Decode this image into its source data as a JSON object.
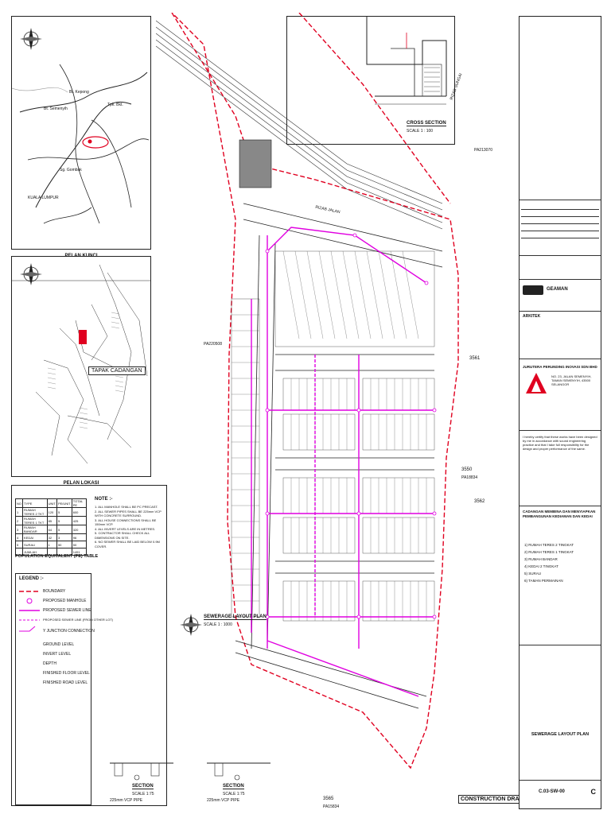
{
  "key_map": {
    "title": "PELAN KUNCI",
    "places": [
      "KUALA LUMPUR",
      "Bt. Semenyih",
      "Bt. Kepong",
      "Tpk. Bkt.",
      "Sg. Gombak"
    ]
  },
  "location_map": {
    "title": "PELAN LOKASI",
    "site_label": "TAPAK CADANGAN"
  },
  "cross_section": {
    "title": "CROSS SECTION",
    "scale": "SCALE 1 : 100"
  },
  "main_plan": {
    "title": "SEWERAGE LAYOUT PLAN",
    "scale": "SCALE 1 : 1000",
    "reserve_labels": [
      "RIZAB JALAN",
      "RIZAB SUNGAI"
    ],
    "grid_refs": [
      "3550",
      "3561",
      "3562",
      "3565"
    ],
    "coords": [
      "PA220508",
      "PA213070",
      "PA18834",
      "PA15834"
    ],
    "stamp": "CONSTRUCTION DRAWING"
  },
  "notes": {
    "title": "NOTE :-",
    "lines": [
      "1. ALL MANHOLE SHALL BE PC PRECAST.",
      "2. ALL SEWER PIPES SHALL BE 225mm VCP WITH CONCRETE SURROUND.",
      "3. ALL HOUSE CONNECTIONS SHALL BE 150mm VCP.",
      "4. ALL INVERT LEVELS ARE IN METRES.",
      "5. CONTRACTOR SHALL CHECK ALL DIMENSIONS ON SITE.",
      "6. NO SEWER SHALL BE LAID BELOW 0.9M COVER."
    ]
  },
  "pe_table": {
    "title": "POPULATION EQUIVALENT (PE) TABLE",
    "headers": [
      "NO",
      "TYPE",
      "UNIT",
      "PE/UNIT",
      "TOTAL PE"
    ],
    "rows": [
      [
        "1",
        "RUMAH TERES 2 TKT",
        "120",
        "5",
        "600"
      ],
      [
        "2",
        "RUMAH TERES 1 TKT",
        "85",
        "5",
        "425"
      ],
      [
        "3",
        "RUMAH BANDAR",
        "64",
        "5",
        "320"
      ],
      [
        "4",
        "KEDAI",
        "32",
        "3",
        "96"
      ],
      [
        "5",
        "SURAU",
        "1",
        "50",
        "50"
      ],
      [
        "",
        "JUMLAH",
        "",
        "",
        "1491"
      ]
    ]
  },
  "legend": {
    "title": "LEGEND :-",
    "items": [
      "BOUNDARY",
      "PROPOSED MANHOLE",
      "PROPOSED SEWER LINE",
      "PROPOSED SEWER LINE (FROM OTHER LOT)",
      "Y JUNCTION CONNECTION",
      "GROUND LEVEL",
      "INVERT LEVEL",
      "DEPTH",
      "FINISHED FLOOR LEVEL",
      "FINISHED ROAD LEVEL"
    ]
  },
  "sections": [
    {
      "title": "SECTION",
      "scale": "SCALE 1:75",
      "pipe": "225mm VCP PIPE"
    },
    {
      "title": "SECTION",
      "scale": "SCALE 1:75",
      "pipe": "225mm VCP PIPE"
    }
  ],
  "title_block": {
    "consultant_name": "JURUTERA PERUNDING INOVASI SDN BHD",
    "consultant_addr": "NO. 23, JALAN SEMENYIH, TAMAN SEMENYIH, 43500 SELANGOR",
    "client": "GEAMAN",
    "architect": "ARKITEK",
    "certification": "I hereby certify that these works have been designed by me in accordance with sound engineering practice and that I take full responsibility for the design and proper performance of the same.",
    "project_title": "CADANGAN MEMBINA DAN MENYIAPKAN PEMBANGUNAN KEDIAMAN DAN KEDAI",
    "phase_items": [
      "1) RUMAH TERES 2 TINGKAT",
      "2) RUMAH TERES 1 TINGKAT",
      "3) RUMAH BANDAR",
      "4) KEDAI 2 TINGKAT",
      "5) SURAU",
      "6) TAMAN PERMAINAN"
    ],
    "drawing_title": "SEWERAGE LAYOUT PLAN",
    "drawing_no": "C.03-SW-00",
    "revision": "C"
  },
  "colors": {
    "boundary": "#e00020",
    "sewer": "#e000e0",
    "ink": "#111111"
  }
}
